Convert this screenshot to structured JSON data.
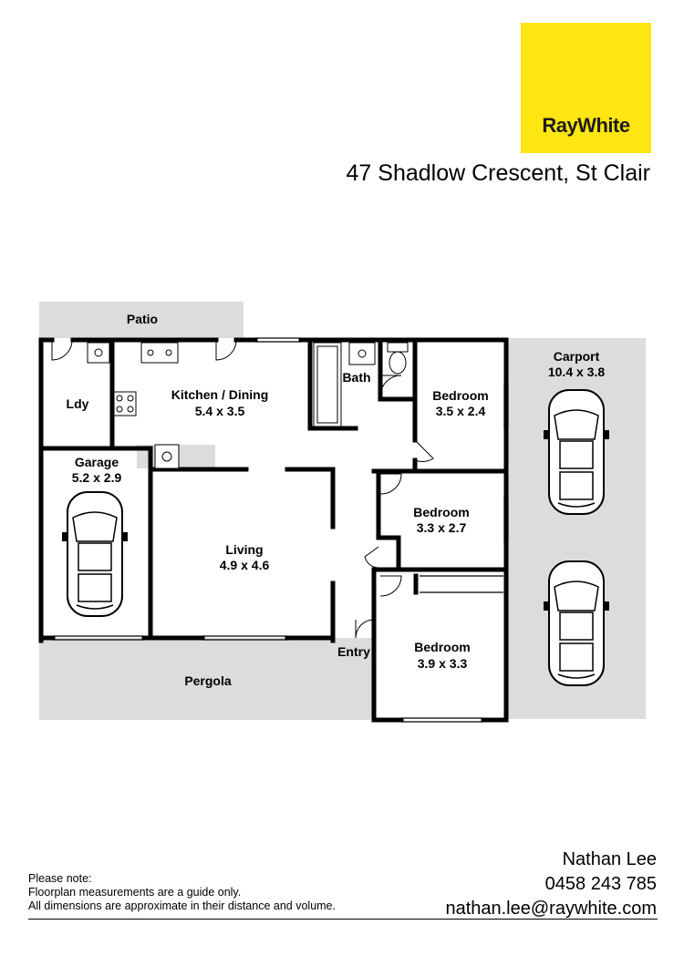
{
  "brand": {
    "logo_text": "RayWhite",
    "color": "#ffe512"
  },
  "address": "47 Shadlow Crescent, St Clair",
  "rooms": [
    {
      "name": "Patio",
      "size": ""
    },
    {
      "name": "Ldy",
      "size": ""
    },
    {
      "name": "Kitchen / Dining",
      "size": "5.4 x 3.5"
    },
    {
      "name": "Bath",
      "size": ""
    },
    {
      "name": "Bedroom",
      "size": "3.5 x 2.4"
    },
    {
      "name": "Carport",
      "size": "10.4 x 3.8"
    },
    {
      "name": "Garage",
      "size": "5.2 x 2.9"
    },
    {
      "name": "Bedroom",
      "size": "3.3 x 2.7"
    },
    {
      "name": "Living",
      "size": "4.9 x 4.6"
    },
    {
      "name": "Bedroom",
      "size": "3.9 x 3.3"
    },
    {
      "name": "Entry",
      "size": ""
    },
    {
      "name": "Pergola",
      "size": ""
    }
  ],
  "note": {
    "line1": "Please note:",
    "line2": "Floorplan measurements are a guide only.",
    "line3": "All dimensions are approximate in their distance and volume."
  },
  "agent": {
    "name": "Nathan Lee",
    "phone": "0458 243 785",
    "email": "nathan.lee@raywhite.com"
  },
  "colors": {
    "outdoor_area": "#dcdcdc",
    "wall": "#000000"
  }
}
